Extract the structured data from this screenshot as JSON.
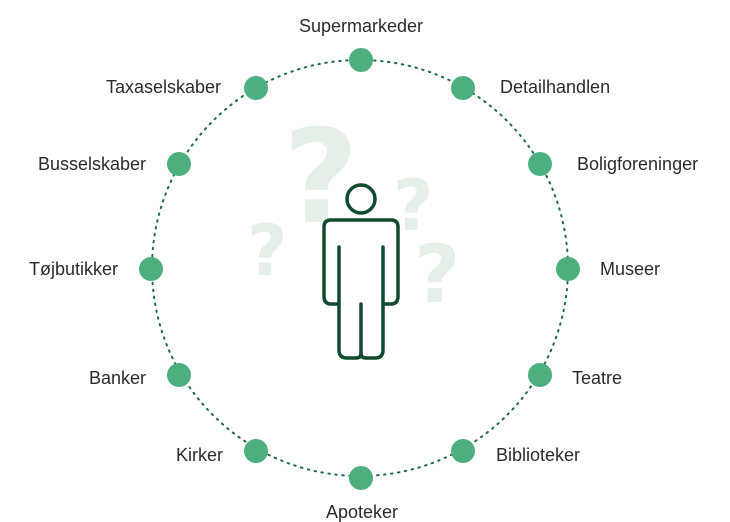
{
  "diagram": {
    "center_label": "",
    "colors": {
      "ring": "#1f6b45",
      "node": "#4caf7d",
      "figure": "#124a30",
      "question_marks": "#e4efe8",
      "text": "#2b2b2b"
    },
    "nodes": [
      {
        "id": "supermarkeder",
        "label": "Supermarkeder"
      },
      {
        "id": "detailhandlen",
        "label": "Detailhandlen"
      },
      {
        "id": "boligforeninger",
        "label": "Boligforeninger"
      },
      {
        "id": "museer",
        "label": "Museer"
      },
      {
        "id": "teatre",
        "label": "Teatre"
      },
      {
        "id": "biblioteker",
        "label": "Biblioteker"
      },
      {
        "id": "apoteker",
        "label": "Apoteker"
      },
      {
        "id": "kirker",
        "label": "Kirker"
      },
      {
        "id": "banker",
        "label": "Banker"
      },
      {
        "id": "tojbutikker",
        "label": "Tøjbutikker"
      },
      {
        "id": "busselskaber",
        "label": "Busselskaber"
      },
      {
        "id": "taxaselskaber",
        "label": "Taxaselskaber"
      }
    ],
    "icons": [
      "person-icon",
      "question-mark-icon"
    ]
  }
}
